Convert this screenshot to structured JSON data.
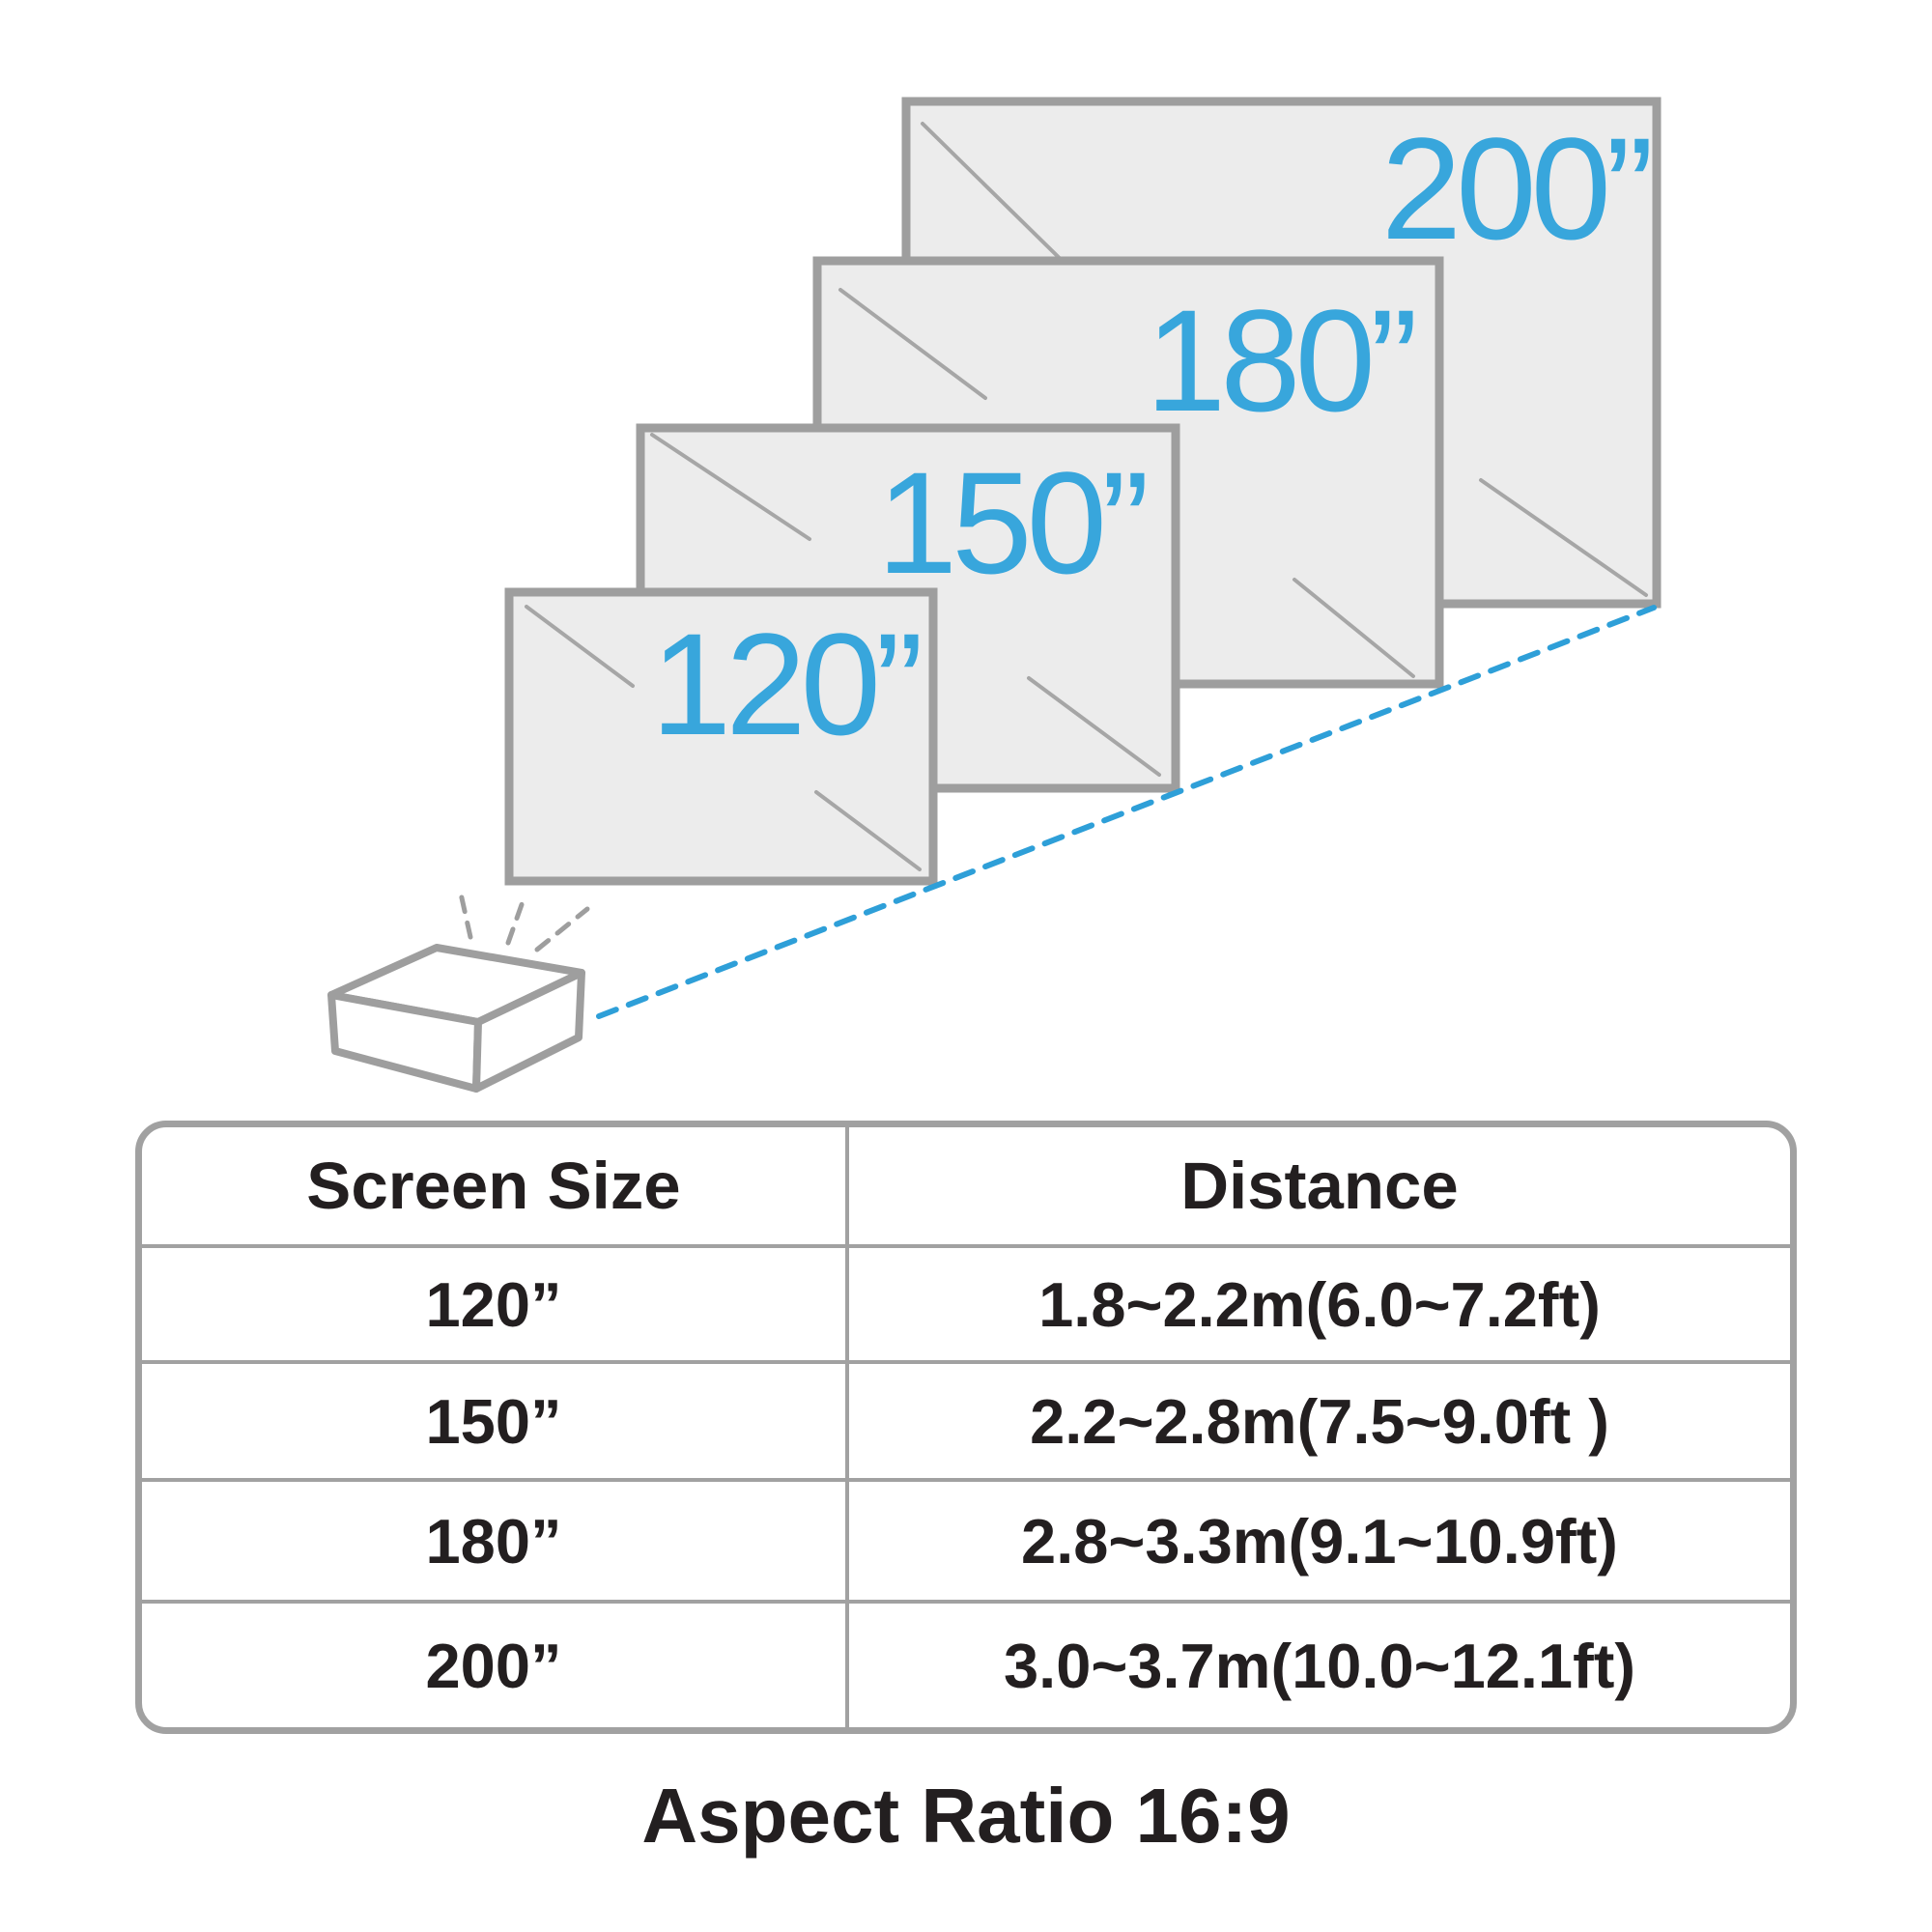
{
  "colors": {
    "accent_blue": "#38a6dc",
    "beam_blue": "#2e9fd8",
    "screen_fill": "#ececec",
    "outline_gray": "#9e9e9e",
    "table_border_gray": "#a1a1a1",
    "text_dark": "#231f20"
  },
  "diagram": {
    "screen_labels": [
      "120”",
      "150”",
      "180”",
      "200”"
    ],
    "projector_icon": "projector-box",
    "beam_icon": "dashed-projection-line"
  },
  "table": {
    "headers": {
      "screen_size": "Screen Size",
      "distance": "Distance"
    },
    "rows": [
      {
        "size": "120”",
        "distance": "1.8~2.2m(6.0~7.2ft)"
      },
      {
        "size": "150”",
        "distance": "2.2~2.8m(7.5~9.0ft )"
      },
      {
        "size": "180”",
        "distance": "2.8~3.3m(9.1~10.9ft)"
      },
      {
        "size": "200”",
        "distance": "3.0~3.7m(10.0~12.1ft)"
      }
    ]
  },
  "caption": "Aspect Ratio 16:9"
}
